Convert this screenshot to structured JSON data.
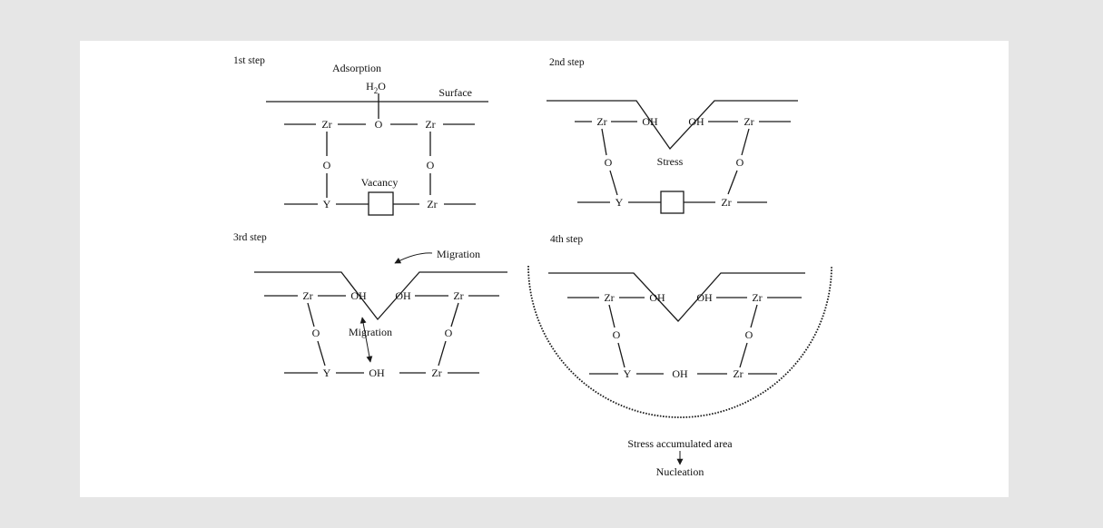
{
  "figure": {
    "panels": [
      {
        "header": "1st step",
        "adsorption": "Adsorption",
        "h2o": {
          "base": "H",
          "sub": "2",
          "tail": "O"
        },
        "surface": "Surface",
        "zr_top_left": "Zr",
        "o_top": "O",
        "zr_top_right": "Zr",
        "o_left": "O",
        "o_right": "O",
        "vacancy": "Vacancy",
        "y_bottom": "Y",
        "zr_bottom": "Zr"
      },
      {
        "header": "2nd step",
        "zr_top_left": "Zr",
        "oh_left": "OH",
        "oh_right": "OH",
        "zr_top_right": "Zr",
        "o_left": "O",
        "stress": "Stress",
        "o_right": "O",
        "y_bottom": "Y",
        "zr_bottom": "Zr"
      },
      {
        "header": "3rd step",
        "migration_top": "Migration",
        "zr_top_left": "Zr",
        "oh_left": "OH",
        "oh_right": "OH",
        "zr_top_right": "Zr",
        "o_left": "O",
        "migration_mid": "Migration",
        "o_right": "O",
        "y_bottom": "Y",
        "oh_bottom": "OH",
        "zr_bottom": "Zr"
      },
      {
        "header": "4th step",
        "zr_top_left": "Zr",
        "oh_left": "OH",
        "oh_right": "OH",
        "zr_top_right": "Zr",
        "o_left": "O",
        "o_right": "O",
        "y_bottom": "Y",
        "oh_bottom": "OH",
        "zr_bottom": "Zr",
        "stress_area": "Stress accumulated area",
        "nucleation": "Nucleation"
      }
    ]
  }
}
